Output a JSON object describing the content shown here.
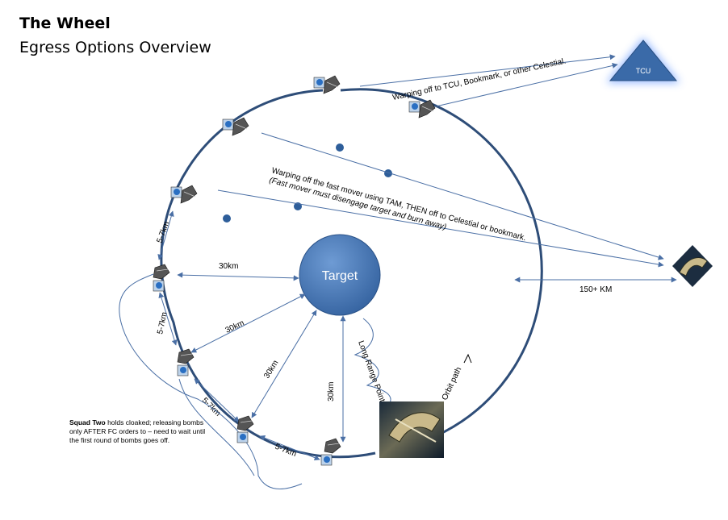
{
  "header": {
    "title": "The Wheel",
    "subtitle": "Egress Options Overview"
  },
  "diagram": {
    "target_label": "Target",
    "tcu_label": "TCU",
    "warp_tcu_label": "Warping off to TCU, Bookmark, or other Celestial.",
    "warp_tam_line1": "Warping off the fast mover using TAM, THEN off to Celestial or bookmark.",
    "warp_tam_line2": "(Fast mover must disengage target and burn away)",
    "distance_30km": "30km",
    "distance_5_7km": "5-7km",
    "distance_150km": "150+ KM",
    "long_range_point": "Long Range Point",
    "orbit_path": "Orbit path",
    "squad_two_bold": "Squad Two",
    "squad_two_rest": " holds cloaked; releasing bombs only AFTER FC orders to – need to wait until the first round of bombs goes off.",
    "colors": {
      "circle": "#2e4d78",
      "arrow": "#4a6fa5",
      "target_fill": "#4f81bd",
      "tcu_fill": "#3a6aa8",
      "tcu_glow": "#8fb4ff"
    }
  }
}
